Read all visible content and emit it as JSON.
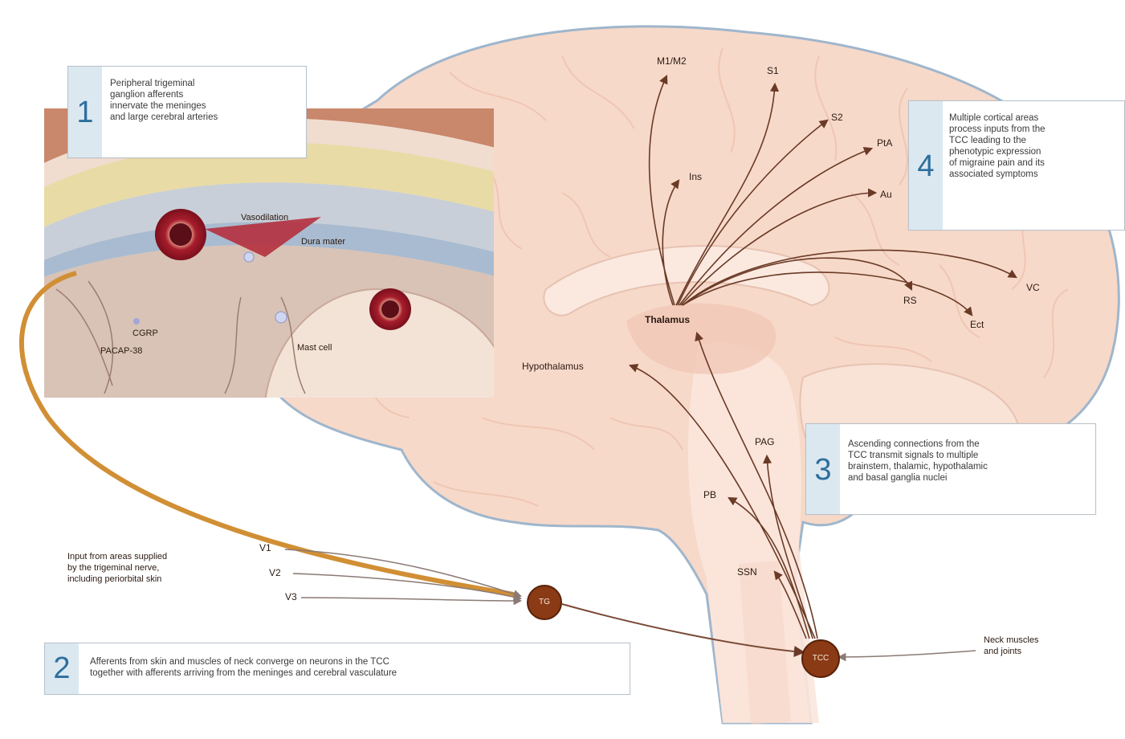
{
  "boxes": {
    "b1": {
      "number": "1",
      "text": "Peripheral trigeminal\nganglion afferents\ninnervate the meninges\nand large cerebral arteries"
    },
    "b2": {
      "number": "2",
      "text": "Afferents from skin and muscles of neck converge on neurons in the TCC\ntogether with afferents arriving from the meninges and cerebral vasculature"
    },
    "b3": {
      "number": "3",
      "text": "Ascending connections from the\nTCC transmit signals to multiple\nbrainstem, thalamic, hypothalamic\nand basal ganglia nuclei"
    },
    "b4": {
      "number": "4",
      "text": "Multiple cortical areas\nprocess inputs from the\nTCC leading to the\nphenotypic expression\nof migraine pain and its\nassociated symptoms"
    }
  },
  "labels": {
    "m1m2": "M1/M2",
    "s1": "S1",
    "s2": "S2",
    "pa": "PtA",
    "ins": "Ins",
    "au": "Au",
    "vc": "VC",
    "rs": "RS",
    "ect": "Ect",
    "thalamus": "Thalamus",
    "hypothalamus": "Hypothalamus",
    "pag": "PAG",
    "pb": "PB",
    "ssn": "SSN",
    "vasodilation": "Vasodilation",
    "dura": "Dura mater",
    "cgrp": "CGRP",
    "pacap": "PACAP-38",
    "mast": "Mast cell",
    "v1": "V1",
    "v2": "V2",
    "v3": "V3",
    "input": "Input from areas supplied\nby the trigeminal nerve,\nincluding periorbital skin",
    "neck": "Neck muscles\nand joints",
    "tg": "TG",
    "tcc": "TCC"
  }
}
